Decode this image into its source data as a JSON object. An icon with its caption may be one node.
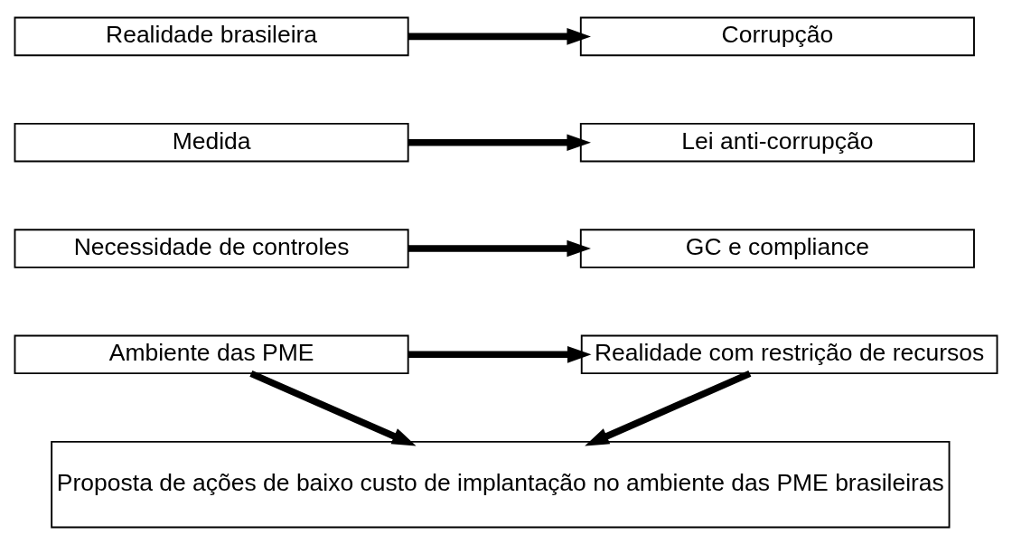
{
  "diagram": {
    "nodes": [
      {
        "text": [
          "Realidade brasileira"
        ]
      },
      {
        "text": [
          "Corrupção"
        ]
      },
      {
        "text": [
          "Medida"
        ]
      },
      {
        "text": [
          "Lei anti-corrupção"
        ]
      },
      {
        "text": [
          "Necessidade de controles"
        ]
      },
      {
        "text": [
          "GC e compliance"
        ]
      },
      {
        "text": [
          "Ambiente das PME"
        ]
      },
      {
        "text": [
          "Realidade com restrição de recursos"
        ]
      },
      {
        "text": [
          "Proposta de ações de baixo custo de implantação no ambiente das PME brasileiras"
        ]
      }
    ],
    "edges": [
      {
        "from": 0,
        "to": 1,
        "arrow": "to"
      },
      {
        "from": 2,
        "to": 3,
        "arrow": "to"
      },
      {
        "from": 4,
        "to": 5,
        "arrow": "to"
      },
      {
        "from": 6,
        "to": 7,
        "arrow": "to"
      },
      {
        "from": 6,
        "to": 8,
        "arrow": "to"
      },
      {
        "from": 7,
        "to": 8,
        "arrow": "to"
      }
    ]
  }
}
